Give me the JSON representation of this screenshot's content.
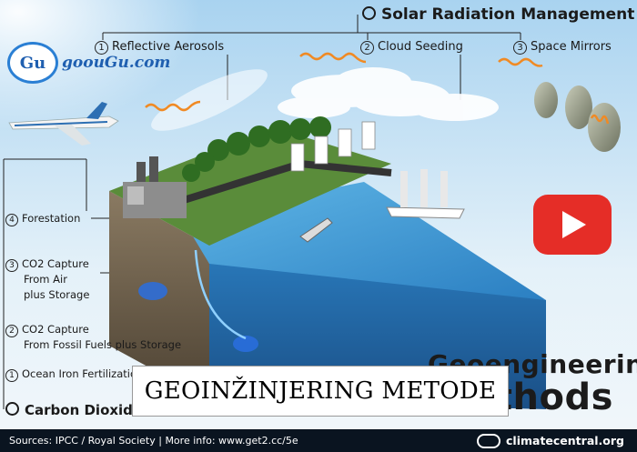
{
  "solar_radiation_management": {
    "title": "Solar Radiation Management",
    "methods": [
      {
        "number": "1",
        "label": "Reflective Aerosols"
      },
      {
        "number": "2",
        "label": "Cloud Seeding"
      },
      {
        "number": "3",
        "label": "Space Mirrors"
      }
    ]
  },
  "carbon_dioxide_removal": {
    "title": "Carbon Dioxide Removal",
    "methods": [
      {
        "number": "4",
        "lines": [
          "Forestation"
        ]
      },
      {
        "number": "3",
        "lines": [
          "CO2 Capture",
          "From Air",
          "plus Storage"
        ]
      },
      {
        "number": "2",
        "lines": [
          "CO2 Capture",
          "From Fossil Fuels plus Storage"
        ]
      },
      {
        "number": "1",
        "lines": [
          "Ocean Iron Fertilization"
        ]
      }
    ]
  },
  "graphic_title": [
    "Geoengineering",
    "Methods"
  ],
  "caption_overlay": "GEOINŽINJERING METODE",
  "watermark": {
    "badge": "Gu",
    "text": "goouGu.com"
  },
  "footer": {
    "sources": "Sources: IPCC / Royal Society  |  More info: www.get2.cc/5e",
    "brand": "climatecentral.org"
  },
  "colors": {
    "play_button": "#e52d27",
    "water": "#2f86c8",
    "footer_bg": "#0a1420"
  }
}
